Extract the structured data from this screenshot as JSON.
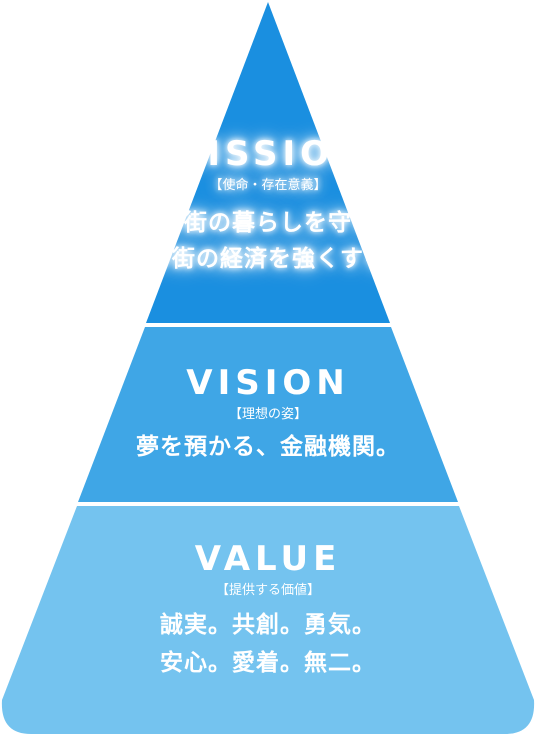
{
  "colors": {
    "mission_fill": "#1a8fe0",
    "vision_fill": "#3fa6e6",
    "value_fill": "#74c3ef",
    "text": "#ffffff",
    "divider": "#ffffff"
  },
  "tiers": {
    "mission": {
      "heading": "MISSION",
      "subtitle": "【使命・存在意義】",
      "lines": [
        "この街の暮らしを守る、",
        "この街の経済を強くする。"
      ]
    },
    "vision": {
      "heading": "VISION",
      "subtitle": "【理想の姿】",
      "lines": [
        "夢を預かる、金融機関。"
      ]
    },
    "value": {
      "heading": "VALUE",
      "subtitle": "【提供する価値】",
      "lines": [
        "誠実。共創。勇気。",
        "安心。愛着。無二。"
      ]
    }
  }
}
